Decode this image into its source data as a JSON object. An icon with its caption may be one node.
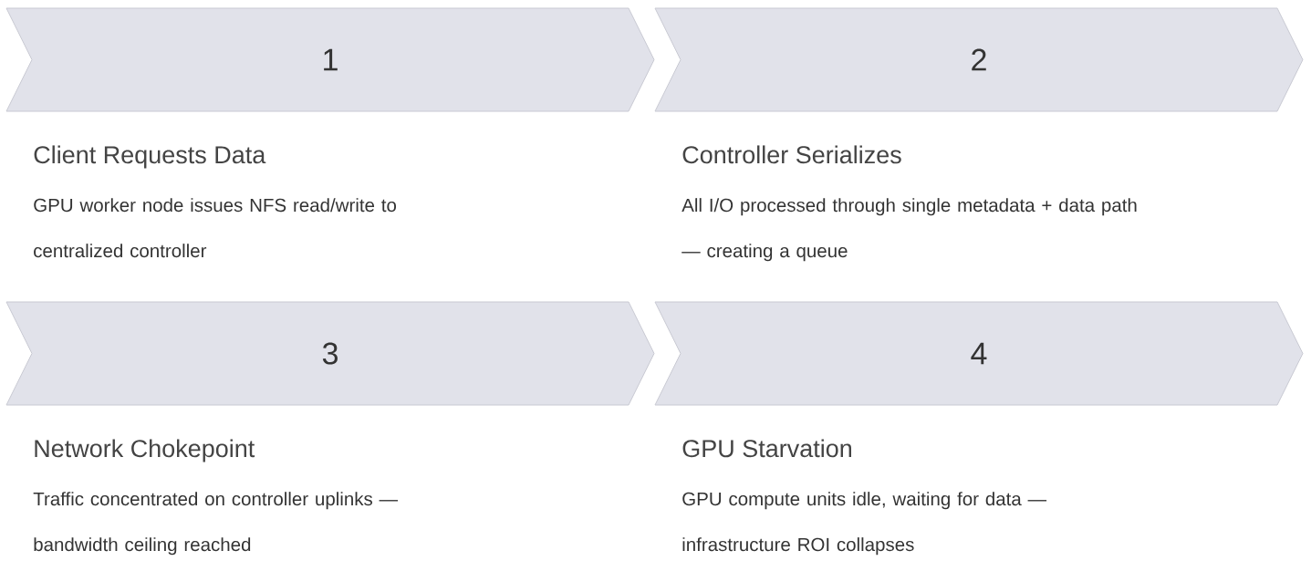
{
  "diagram": {
    "nodes": [
      {
        "text": [
          "1"
        ],
        "beside": [
          "Client Requests Data",
          "GPU worker node issues NFS read/write to centralized controller"
        ]
      },
      {
        "text": [
          "2"
        ],
        "beside": [
          "Controller Serializes",
          "All I/O processed through single metadata + data path — creating a queue"
        ]
      },
      {
        "text": [
          "3"
        ],
        "beside": [
          "Network Chokepoint",
          "Traffic concentrated on controller uplinks — bandwidth ceiling reached"
        ]
      },
      {
        "text": [
          "4"
        ],
        "beside": [
          "GPU Starvation",
          "GPU compute units idle, waiting for data — infrastructure ROI collapses"
        ]
      }
    ]
  }
}
